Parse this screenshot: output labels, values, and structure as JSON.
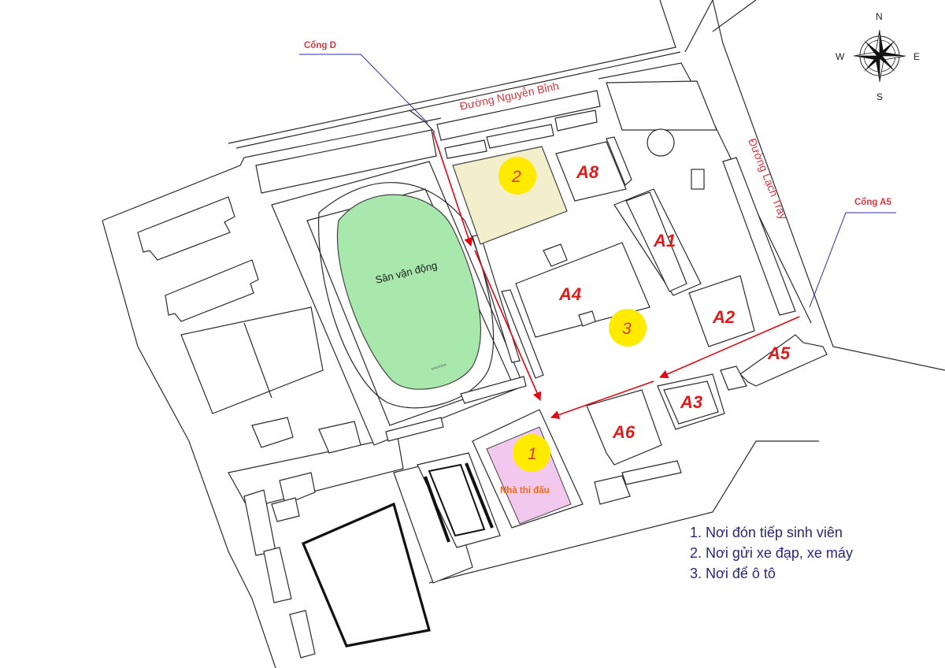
{
  "streets": {
    "nguyen_binh": "Đường Nguyễn Bỉnh",
    "lach_tray": "Đường Lạch Tray"
  },
  "gates": {
    "gate_d": "Cổng D",
    "gate_a5": "Cổng A5"
  },
  "buildings": {
    "a1": "A1",
    "a2": "A2",
    "a3": "A3",
    "a4": "A4",
    "a5": "A5",
    "a6": "A6",
    "a8": "A8"
  },
  "areas": {
    "stadium": "Sân vận động",
    "gym": "Nhà thi đấu"
  },
  "markers": {
    "m1": "1",
    "m2": "2",
    "m3": "3"
  },
  "compass": {
    "n": "N",
    "s": "S",
    "e": "E",
    "w": "W"
  },
  "legend": [
    "1. Nơi đón tiếp sinh viên",
    "2. Nơi gửi xe đạp, xe máy",
    "3. Nơi để ô tô"
  ],
  "colors": {
    "stadium_fill": "#a9e8ac",
    "parking_fill": "#f3efcc",
    "gym_fill": "#f2c8ee",
    "marker_fill": "#ffea00",
    "route_arrow": "#e30613",
    "gate_pointer": "#2b2fa8",
    "legend_text": "#27287a"
  }
}
